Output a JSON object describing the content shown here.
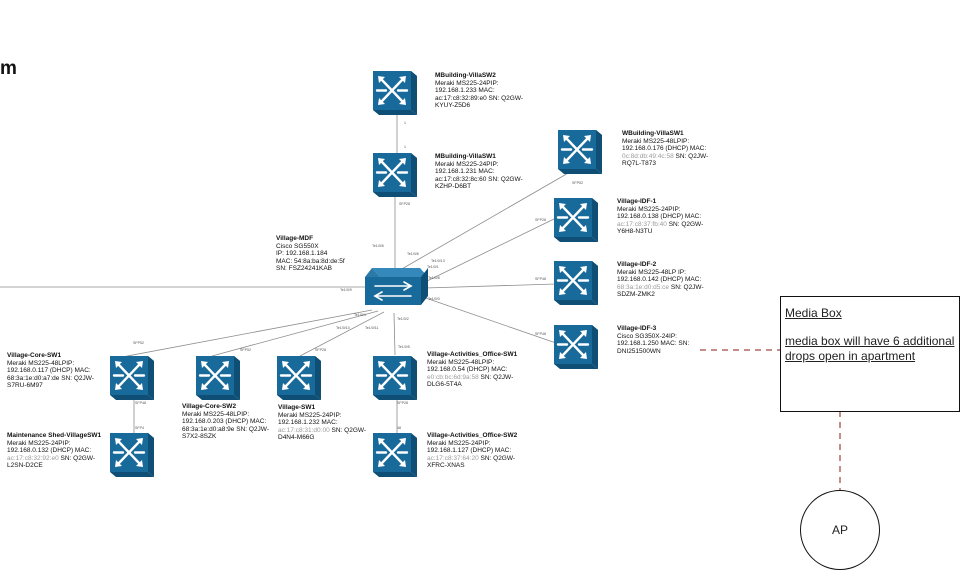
{
  "heading": "m",
  "core": {
    "name": "Village-MDF",
    "lines": [
      "Cisco SG550X",
      "IP: 192.168.1.184",
      "MAC: 54:8a:ba:8d:de:5f",
      "SN: FSZ24241KAB"
    ]
  },
  "switches": [
    {
      "name": "MBuilding-VillaSW2",
      "parts": [
        [
          "Meraki MS225-24PIP:",
          ""
        ],
        [
          "192.168.1.233 MAC:",
          ""
        ],
        [
          "ac:17:c8:32:89:e0  SN: Q2GW-",
          ""
        ],
        [
          "KYUY-Z5D6",
          ""
        ]
      ]
    },
    {
      "name": "MBuilding-VillaSW1",
      "parts": [
        [
          "Meraki MS225-24PIP:",
          ""
        ],
        [
          "192.168.1.231 MAC:",
          ""
        ],
        [
          "ac:17:c8:32:8c:60  SN: Q2GW-",
          ""
        ],
        [
          "KZHP-D6BT",
          ""
        ]
      ]
    },
    {
      "name": "WBuilding-VillaSW1",
      "parts": [
        [
          "Meraki MS225-48LPIP:",
          ""
        ],
        [
          "192.168.0.176 (DHCP) MAC:",
          ""
        ],
        [
          "0c:8d:db:49:4c:58",
          "gray"
        ],
        [
          "  SN: Q2JW-",
          ""
        ],
        [
          "RQ7L-T873",
          ""
        ]
      ]
    },
    {
      "name": "Village-IDF-1",
      "parts": [
        [
          "Meraki MS225-24PIP:",
          ""
        ],
        [
          "192.168.0.138 (DHCP) MAC:",
          ""
        ],
        [
          "ac:17:c8:37:fb:40",
          "gray"
        ],
        [
          "  SN: Q2GW-",
          ""
        ],
        [
          "Y6H8-N3TU",
          ""
        ]
      ]
    },
    {
      "name": "Village-IDF-2",
      "parts": [
        [
          "Meraki MS225-48LP",
          ""
        ],
        [
          "IP: 192.168.0.142 (DHCP)",
          ""
        ],
        [
          "MAC: ",
          ""
        ],
        [
          "68:3a:1e:d0:d5:ce",
          "gray"
        ],
        [
          " SN:",
          ""
        ],
        [
          "Q2JW-SDZM-ZMK2",
          ""
        ]
      ]
    },
    {
      "name": "Village-IDF-3",
      "parts": [
        [
          "Cisco SG350X-24IP:",
          ""
        ],
        [
          "192.168.1.250 MAC:   SN:",
          ""
        ],
        [
          "DNI251500WN",
          ""
        ]
      ]
    },
    {
      "name": "Village-Core-SW1",
      "parts": [
        [
          "Meraki MS225-48LPIP:",
          ""
        ],
        [
          "192.168.0.117 (DHCP)",
          ""
        ],
        [
          "MAC: 68:3a:1e:d0:a7:de",
          ""
        ],
        [
          "SN: Q2JW-S7RU-6M97",
          ""
        ]
      ]
    },
    {
      "name": "Village-Core-SW2",
      "parts": [
        [
          "Meraki MS225-48LPIP:",
          ""
        ],
        [
          "192.168.0.203 (DHCP)",
          ""
        ],
        [
          "MAC: 68:3a:1e:d0:a8:9e",
          ""
        ],
        [
          "SN: Q2JW-S7X2-8SZK",
          ""
        ]
      ]
    },
    {
      "name": "Village-SW1",
      "parts": [
        [
          "Meraki MS225-24PIP:",
          ""
        ],
        [
          "192.168.1.232 MAC:",
          ""
        ],
        [
          "ac:17:c8:31:d0:00",
          "gray"
        ],
        [
          "  SN:",
          ""
        ],
        [
          "Q2GW-D4N4-M66G",
          ""
        ]
      ]
    },
    {
      "name": "Village-Activities_Office-SW1",
      "parts": [
        [
          "Meraki MS225-48LPIP:",
          ""
        ],
        [
          "192.168.0.54 (DHCP) MAC:",
          ""
        ],
        [
          "e0:cb:bc:6d:9a:58",
          "gray"
        ],
        [
          "  SN: Q2JW-",
          ""
        ],
        [
          "DLG6-5T4A",
          ""
        ]
      ]
    },
    {
      "name": "Village-Activities_Office-SW2",
      "parts": [
        [
          "Meraki MS225-24PIP:",
          ""
        ],
        [
          "192.168.1.127 (DHCP) MAC:",
          ""
        ],
        [
          "ac:17:c8:37:64:20",
          "gray"
        ],
        [
          "  SN: Q2GW-",
          ""
        ],
        [
          "XFRC-XNAS",
          ""
        ]
      ]
    },
    {
      "name": "Maintenance Shed-VillageSW1",
      "parts": [
        [
          "Meraki MS225-24PIP:",
          ""
        ],
        [
          "192.168.0.132 (DHCP) MAC:",
          ""
        ],
        [
          "ac:17:c8:32:92:e0",
          "gray"
        ],
        [
          "  SN: Q2GW-",
          ""
        ],
        [
          "L2SN-D2CE",
          ""
        ]
      ]
    }
  ],
  "ports": [
    "1",
    "1",
    "SFP28",
    "SFP52",
    "SFP28",
    "SFP48",
    "SFP48",
    "Te1/0/6",
    "Te1/0/6",
    "Te1/0/1",
    "Te1/0/8",
    "Te1/0/9",
    "Te1/0/3",
    "Te1/0/4",
    "Te1/0/2",
    "Te1/0/10",
    "Te1/0/11",
    "Te1/0/5",
    "SFP52",
    "SFP52",
    "SFP28",
    "SFP48",
    "SFP4",
    "SFP28",
    "48",
    "25",
    "Te1/0/13"
  ],
  "media_box": {
    "title": "Media Box",
    "body": "media box will have 6 additional drops open in apartment"
  },
  "ap": {
    "label": "AP"
  },
  "colors": {
    "switch_fill": "#186a9a",
    "switch_side": "#0f4f75",
    "switch_top": "#3489ba",
    "link_line": "#8c8c8c",
    "dashed_link": "#8b1a1a"
  }
}
